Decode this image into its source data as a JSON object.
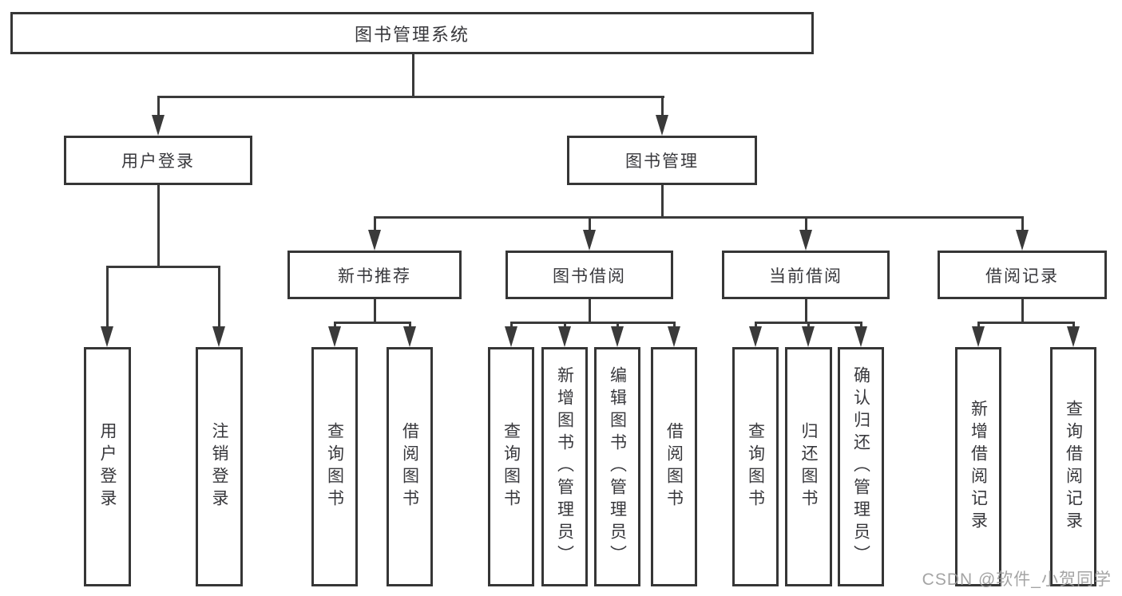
{
  "colors": {
    "line": "#3a3a3a",
    "box-border": "#363636",
    "text": "#38383c",
    "watermark": "#9b9b9b"
  },
  "root": {
    "label": "图书管理系统"
  },
  "level2": {
    "user_login": {
      "label": "用户登录"
    },
    "book_management": {
      "label": "图书管理"
    }
  },
  "level3": {
    "new_book_recommend": {
      "label": "新书推荐"
    },
    "book_borrow": {
      "label": "图书借阅"
    },
    "current_borrow": {
      "label": "当前借阅"
    },
    "borrow_records": {
      "label": "借阅记录"
    }
  },
  "leaves": {
    "user_login": "用户登录",
    "logout": "注销登录",
    "rec_query_books": "查询图书",
    "rec_borrow_books": "借阅图书",
    "bb_query_books": "查询图书",
    "bb_add_books_admin": "新增图书（管理员）",
    "bb_edit_books_admin": "编辑图书（管理员）",
    "bb_borrow_books": "借阅图书",
    "cb_query_books": "查询图书",
    "cb_return_books": "归还图书",
    "cb_confirm_return_admin": "确认归还（管理员）",
    "br_add_record": "新增借阅记录",
    "br_query_record": "查询借阅记录"
  },
  "watermark": "CSDN @软件_小贺同学"
}
